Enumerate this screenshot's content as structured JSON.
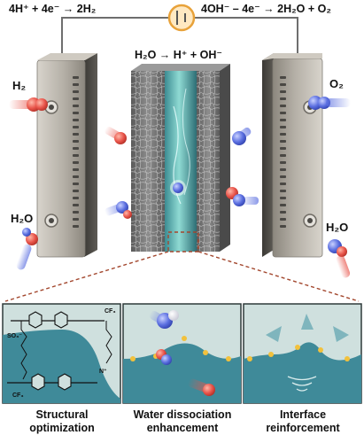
{
  "equations": {
    "cathode_reaction": "4H⁺ + 4e⁻ → 2H₂",
    "anode_reaction": "4OH⁻ – 4e⁻ → 2H₂O + O₂",
    "membrane_reaction": "H₂O → H⁺ + OH⁻"
  },
  "molecules": {
    "h2": "H₂",
    "o2": "O₂",
    "water_left": "H₂O",
    "water_right": "H₂O"
  },
  "panels": [
    {
      "caption": "Structural optimization",
      "line1": "Structural",
      "line2": "optimization"
    },
    {
      "caption": "Water dissociation enhancement",
      "line1": "Water dissociation",
      "line2": "enhancement"
    },
    {
      "caption": "Interface reinforcement",
      "line1": "Interface",
      "line2": "reinforcement"
    }
  ],
  "chemistry": {
    "sulfonate": "SO₃⁻",
    "cf3_top": "CF₃",
    "cf3_bottom": "CF₃",
    "ammonium": "N⁺"
  },
  "colors": {
    "electrode_metal": "#b9b4ab",
    "membrane_cyan": "#7fd3cf",
    "membrane_teal": "#2a6e78",
    "panel_water": "#3f8a99",
    "panel_background": "#cfe0de",
    "hydrogen_red": "#e8544a",
    "oxygen_blue": "#5b6fe0",
    "guide_line": "#a3472e"
  }
}
